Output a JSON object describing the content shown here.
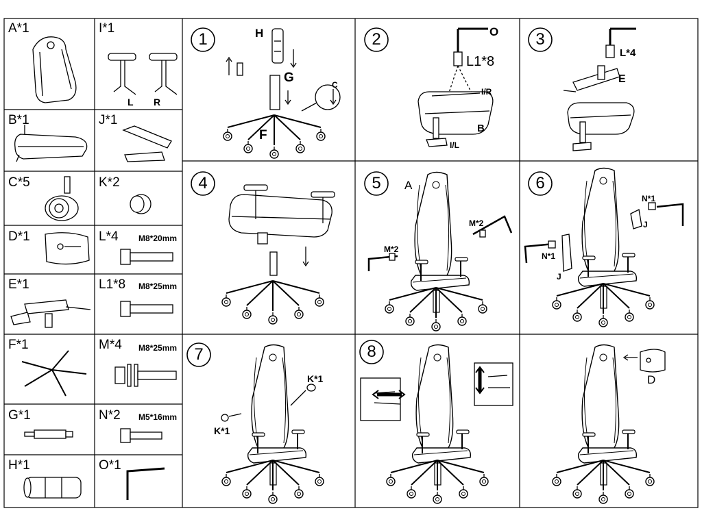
{
  "parts": [
    {
      "letter_count": "A*1",
      "name": "backrest"
    },
    {
      "letter_count": "B*1",
      "name": "seat"
    },
    {
      "letter_count": "C*5",
      "name": "caster"
    },
    {
      "letter_count": "D*1",
      "name": "headrest-pillow"
    },
    {
      "letter_count": "E*1",
      "name": "mechanism"
    },
    {
      "letter_count": "F*1",
      "name": "base"
    },
    {
      "letter_count": "G*1",
      "name": "gas-lift"
    },
    {
      "letter_count": "H*1",
      "name": "gas-lift-cover"
    },
    {
      "letter_count": "I*1",
      "name": "armrests",
      "sub": [
        "L",
        "R"
      ]
    },
    {
      "letter_count": "J*1",
      "name": "side-covers"
    },
    {
      "letter_count": "K*2",
      "name": "caps"
    },
    {
      "letter_count": "L*4",
      "name": "bolt",
      "spec": "M8*20mm"
    },
    {
      "letter_count": "L1*8",
      "name": "bolt",
      "spec": "M8*25mm"
    },
    {
      "letter_count": "M*4",
      "name": "bolt-washer",
      "spec": "M8*25mm"
    },
    {
      "letter_count": "N*2",
      "name": "screw",
      "spec": "M5*16mm"
    },
    {
      "letter_count": "O*1",
      "name": "allen-key"
    }
  ],
  "steps": {
    "s1": {
      "number": "1",
      "labels": {
        "h": "H",
        "g": "G",
        "f": "F",
        "c": "C"
      }
    },
    "s2": {
      "number": "2",
      "labels": {
        "o": "O",
        "l1": "L1*8",
        "ir": "I/R",
        "il": "I/L",
        "b": "B"
      }
    },
    "s3": {
      "number": "3",
      "labels": {
        "l": "L*4",
        "e": "E"
      }
    },
    "s4": {
      "number": "4"
    },
    "s5": {
      "number": "5",
      "labels": {
        "a": "A",
        "m_right": "M*2",
        "m_left": "M*2"
      }
    },
    "s6": {
      "number": "6",
      "labels": {
        "n_top": "N*1",
        "j_top": "J",
        "n_left": "N*1",
        "j_left": "J"
      }
    },
    "s7": {
      "number": "7",
      "labels": {
        "k_top": "K*1",
        "k_left": "K*1"
      }
    },
    "s8": {
      "number": "8"
    },
    "s9": {
      "labels": {
        "d": "D"
      }
    }
  },
  "colors": {
    "line": "#000000",
    "background": "#ffffff",
    "seat_fill": "#f2f2f2"
  }
}
